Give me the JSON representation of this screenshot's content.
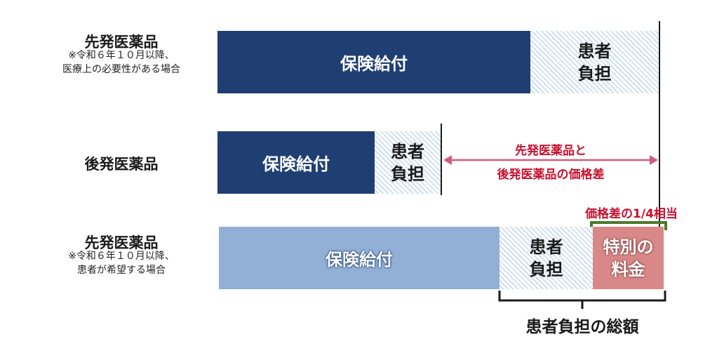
{
  "rows": [
    {
      "title": "先発医薬品",
      "subtitle_line1": "※令和６年１０月以降、",
      "subtitle_line2": "医療上の必要性がある場合",
      "insurance_label": "保険給付",
      "patient_label_line1": "患者",
      "patient_label_line2": "負担"
    },
    {
      "title": "後発医薬品",
      "insurance_label": "保険給付",
      "patient_label_line1": "患者",
      "patient_label_line2": "負担"
    },
    {
      "title": "先発医薬品",
      "subtitle_line1": "※令和６年１０月以降、",
      "subtitle_line2": "患者が希望する場合",
      "insurance_label": "保険給付",
      "patient_label_line1": "患者",
      "patient_label_line2": "負担",
      "special_label_line1": "特別の",
      "special_label_line2": "料金"
    }
  ],
  "annotations": {
    "price_diff_line1": "先発医薬品と",
    "price_diff_line2": "後発医薬品の価格差",
    "quarter_label": "価格差の1/4相当",
    "total_label": "患者負担の総額"
  },
  "colors": {
    "navy": "#1f3f73",
    "light_blue": "#92b0d6",
    "pink": "#d98888",
    "red": "#c8102e",
    "green_bracket": "#4a7a2a",
    "arrow": "#d35d78"
  }
}
